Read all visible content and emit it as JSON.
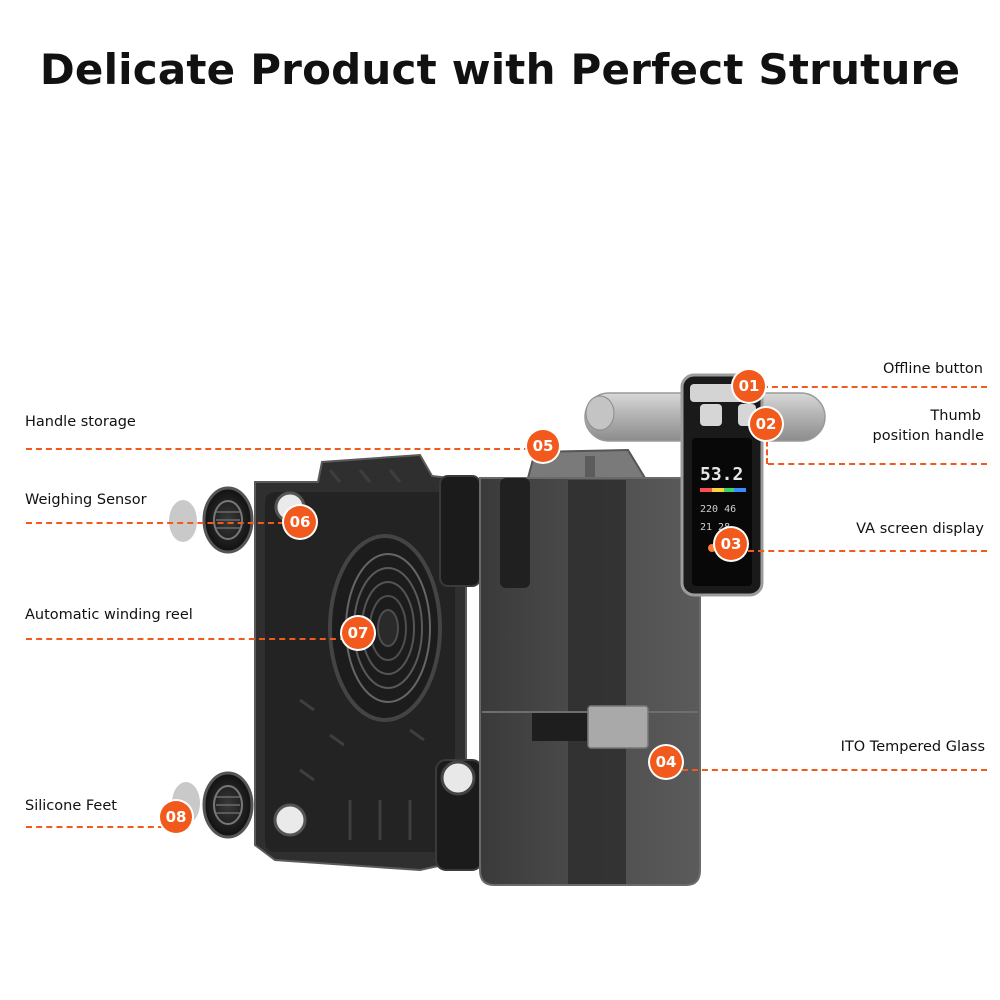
{
  "title": "Delicate Product with Perfect Struture",
  "callouts": [
    {
      "number": "01",
      "label": "Offline button"
    },
    {
      "number": "02",
      "label_line1": "Thumb",
      "label_line2": "position handle"
    },
    {
      "number": "03",
      "label": "VA screen display"
    },
    {
      "number": "04",
      "label": "ITO Tempered Glass"
    },
    {
      "number": "05",
      "label": "Handle storage"
    },
    {
      "number": "06",
      "label": "Weighing Sensor"
    },
    {
      "number": "07",
      "label": "Automatic winding reel"
    },
    {
      "number": "08",
      "label": "Silicone Feet"
    }
  ],
  "accent_color": "#f25a1d"
}
